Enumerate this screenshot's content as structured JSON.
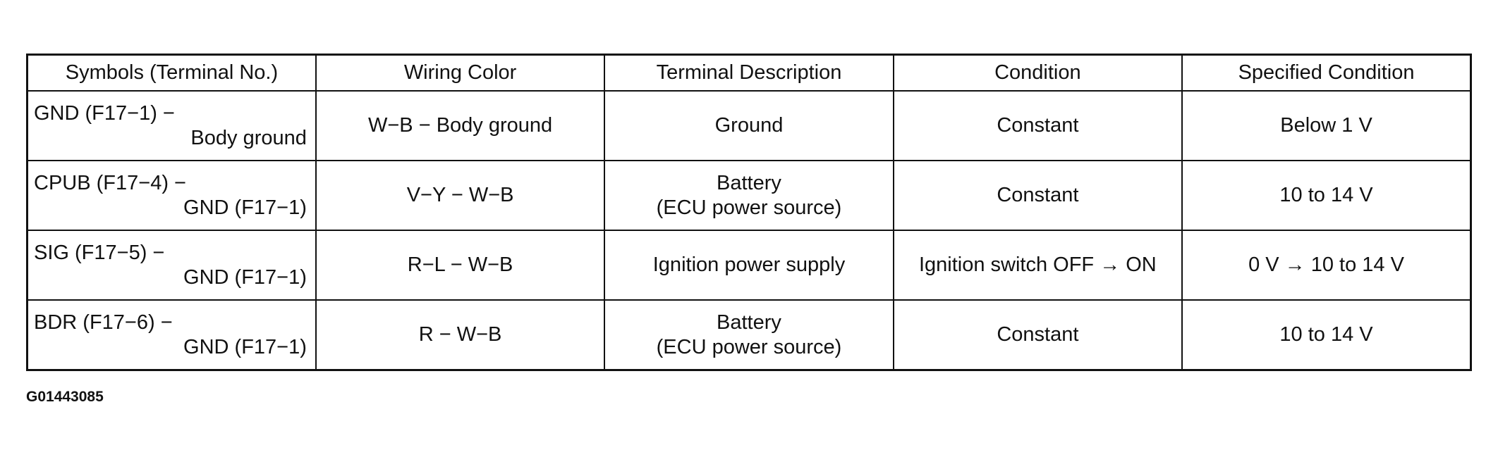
{
  "table": {
    "headers": [
      "Symbols (Terminal No.)",
      "Wiring Color",
      "Terminal Description",
      "Condition",
      "Specified Condition"
    ],
    "rows": [
      {
        "symbol_line1": "GND (F17−1) −",
        "symbol_line2": "Body ground",
        "wiring_color": "W−B − Body ground",
        "description_line1": "Ground",
        "description_line2": "",
        "condition": "Constant",
        "specified": "Below 1 V"
      },
      {
        "symbol_line1": "CPUB (F17−4) −",
        "symbol_line2": "GND (F17−1)",
        "wiring_color": "V−Y − W−B",
        "description_line1": "Battery",
        "description_line2": "(ECU power source)",
        "condition": "Constant",
        "specified": "10 to 14 V"
      },
      {
        "symbol_line1": "SIG (F17−5) −",
        "symbol_line2": "GND (F17−1)",
        "wiring_color": "R−L − W−B",
        "description_line1": "Ignition power supply",
        "description_line2": "",
        "condition": "Ignition switch OFF → ON",
        "specified": "0 V → 10 to 14 V"
      },
      {
        "symbol_line1": "BDR (F17−6) −",
        "symbol_line2": "GND (F17−1)",
        "wiring_color": "R − W−B",
        "description_line1": "Battery",
        "description_line2": "(ECU power source)",
        "condition": "Constant",
        "specified": "10 to 14 V"
      }
    ]
  },
  "figure_code": "G01443085"
}
